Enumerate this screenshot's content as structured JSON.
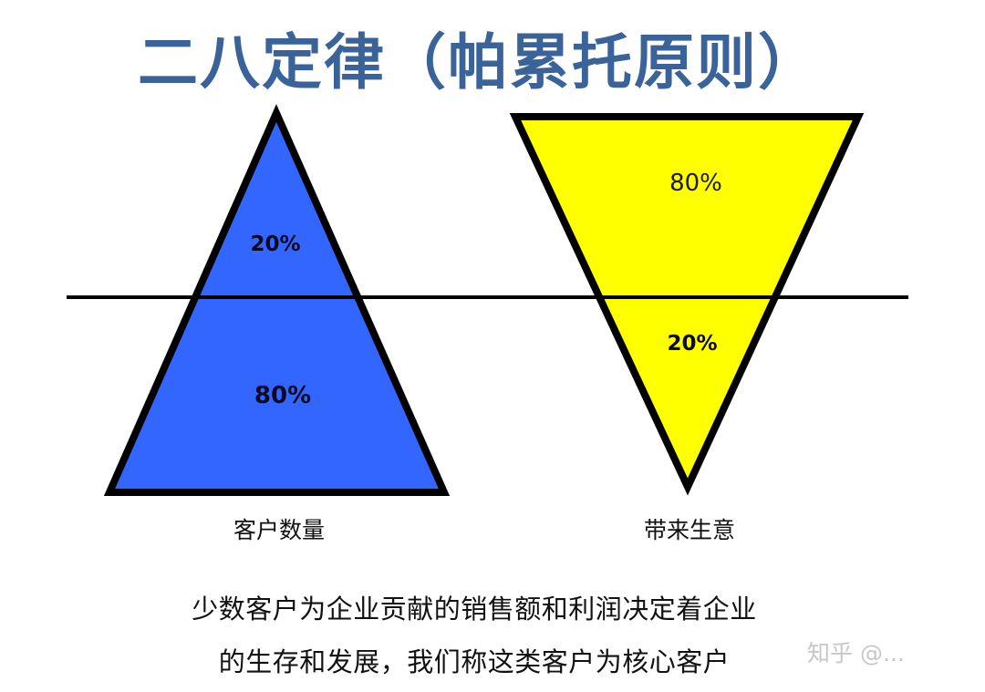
{
  "title": "二八定律（帕累托原则）",
  "colors": {
    "title": "#3a639a",
    "customers_fill": "#3366ff",
    "business_fill": "#ffff00",
    "outline": "#000000"
  },
  "left_triangle": {
    "caption": "客户数量",
    "top_label": "20%",
    "bottom_label": "80%"
  },
  "right_triangle": {
    "caption": "带来生意",
    "top_label": "80%",
    "bottom_label": "20%"
  },
  "description": {
    "line1": "少数客户为企业贡献的销售额和利润决定着企业",
    "line2": "的生存和发展，我们称这类客户为核心客户"
  },
  "watermark": "知乎 @...",
  "chart_data": {
    "type": "diagram",
    "title": "二八定律（帕累托原则）",
    "series": [
      {
        "name": "客户数量",
        "shape": "upright-triangle",
        "segments": [
          {
            "position": "top",
            "value": 20,
            "label": "20%"
          },
          {
            "position": "bottom",
            "value": 80,
            "label": "80%"
          }
        ]
      },
      {
        "name": "带来生意",
        "shape": "inverted-triangle",
        "segments": [
          {
            "position": "top",
            "value": 80,
            "label": "80%"
          },
          {
            "position": "bottom",
            "value": 20,
            "label": "20%"
          }
        ]
      }
    ],
    "annotation": "少数客户为企业贡献的销售额和利润决定着企业的生存和发展，我们称这类客户为核心客户"
  }
}
